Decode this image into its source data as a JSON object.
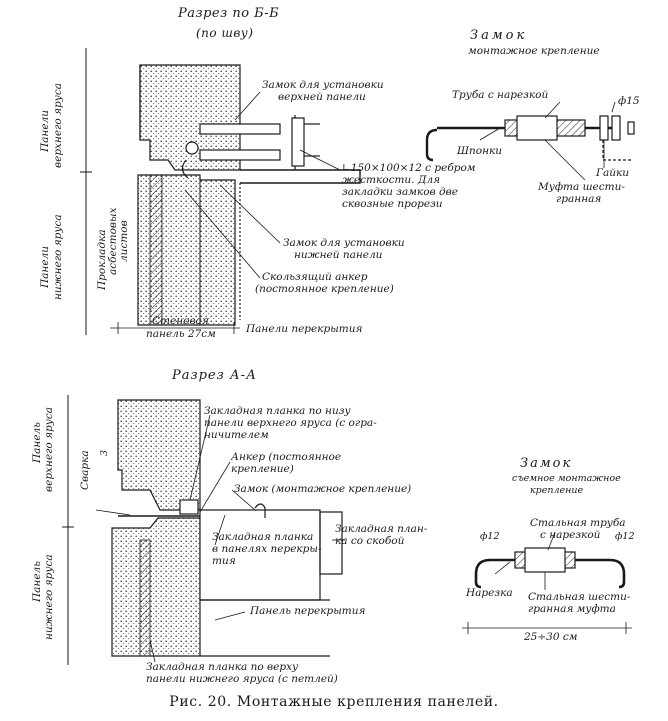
{
  "top_section": {
    "title_line1": "Разрез по Б-Б",
    "title_line2": "(по шву)",
    "side_upper": [
      "Панели",
      "верхнего яруса"
    ],
    "side_lower": [
      "Панели",
      "нижнего яруса"
    ],
    "gasket": [
      "Прокладка",
      "асбестовых",
      "листов"
    ],
    "callouts": {
      "upper_lock": [
        "Замок для установки",
        "верхней панели"
      ],
      "angle": [
        "∟150×100×12 с ребром",
        "жесткости. Для",
        "закладки замков две",
        "сквозные прорези"
      ],
      "lower_lock": [
        "Замок для установки",
        "нижней панели"
      ],
      "sliding_anchor": [
        "Скользящий анкер",
        "(постоянное крепление)"
      ]
    },
    "bottom_wall": [
      "Стеновая",
      "панель 27см"
    ],
    "bottom_floor": "Панели перекрытия"
  },
  "lock_top": {
    "title": "Замок",
    "subtitle": "монтажное крепление",
    "labels": {
      "threaded_pipe": "Труба с нарезкой",
      "diameter": "ф15",
      "keys": "Шпонки",
      "nuts": "Гайки",
      "coupling": [
        "Муфта шести-",
        "гранная"
      ]
    }
  },
  "section_aa": {
    "title": "Разрез А-А",
    "side_upper": [
      "Панель",
      "верхнего яруса"
    ],
    "side_lower": [
      "Панель",
      "нижнего яруса"
    ],
    "weld": "Сварка",
    "dim": "3",
    "callouts": {
      "embedded_plate_upper": [
        "Закладная планка по низу",
        "панели верхнего яруса (с огра-",
        "ничителем"
      ],
      "anchor": [
        "Анкер (постоянное",
        "крепление)"
      ],
      "lock_mount": "Замок (монтажное крепление)",
      "embedded_floor": [
        "Закладная планка",
        "в панелях перекры-",
        "тия"
      ],
      "embedded_bracket": [
        "Закладная план-",
        "ка со скобой"
      ],
      "floor_panel": "Панель перекрытия",
      "embedded_plate_lower": [
        "Закладная планка по верху",
        "панели нижнего яруса (с петлей)"
      ]
    }
  },
  "lock_bottom": {
    "title": "Замок",
    "subtitle": [
      "съемное монтажное",
      "крепление"
    ],
    "labels": {
      "d_left": "ф12",
      "d_right": "ф12",
      "steel_pipe": [
        "Стальная труба",
        "с нарезкой"
      ],
      "thread": "Нарезка",
      "steel_coupling": [
        "Стальная шести-",
        "гранная муфта"
      ],
      "length": "25÷30 см"
    }
  },
  "caption": "Рис. 20. Монтажные крепления панелей."
}
